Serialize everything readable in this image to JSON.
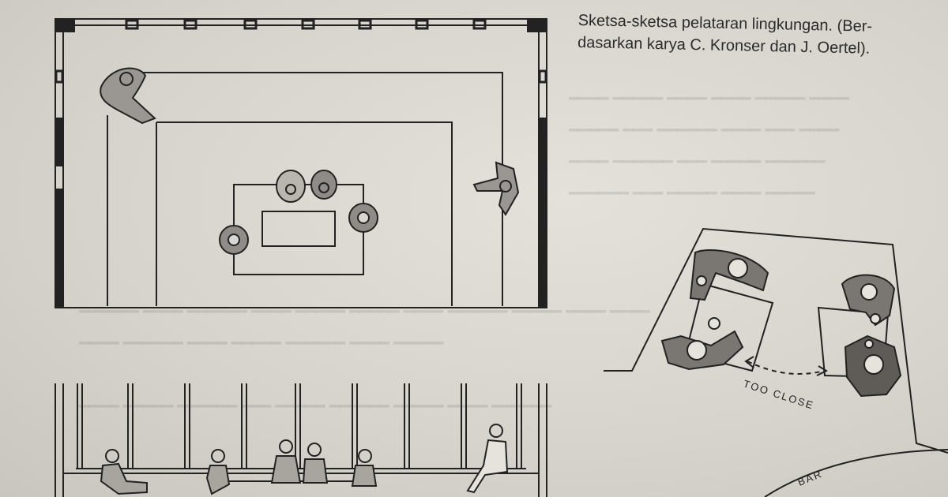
{
  "caption": {
    "line1": "Sketsa-sketsa pelataran lingkungan. (Ber-",
    "line2": "dasarkan karya C. Kronser dan J. Oertel)."
  },
  "labels": {
    "too_close": "TOO CLOSE",
    "bar": "BAR"
  },
  "colors": {
    "paper": "#d9d6d0",
    "ink": "#222222"
  }
}
